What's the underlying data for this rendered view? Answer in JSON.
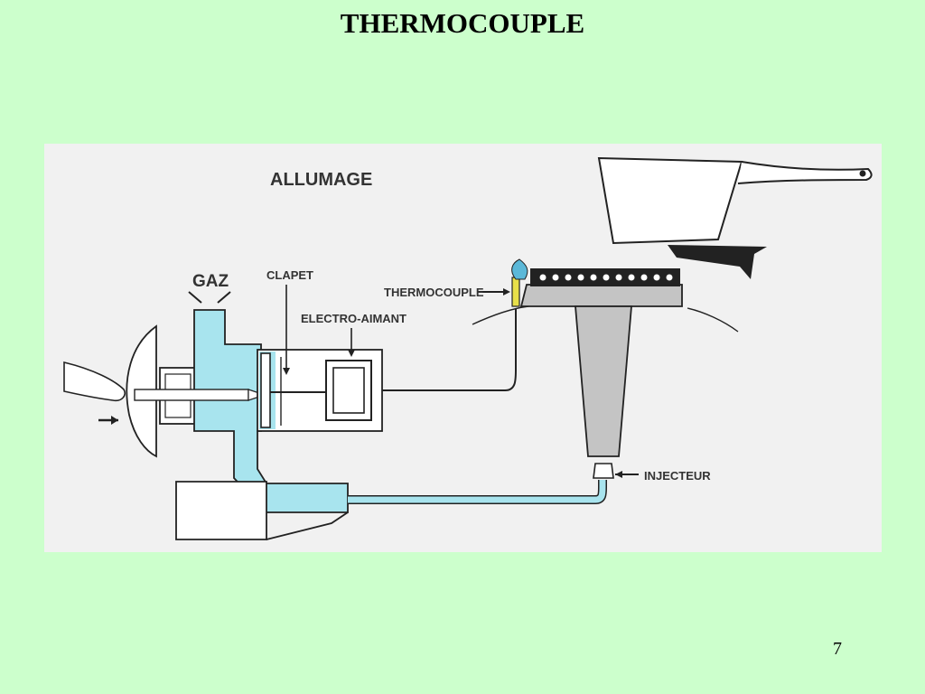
{
  "slide": {
    "title": "THERMOCOUPLE",
    "page_number": "7"
  },
  "diagram": {
    "labels": {
      "allumage": "ALLUMAGE",
      "gaz": "GAZ",
      "clapet": "CLAPET",
      "thermocouple": "THERMOCOUPLE",
      "electro_aimant": "ELECTRO-AIMANT",
      "injecteur": "INJECTEUR"
    },
    "colors": {
      "gas": "#a8e4ee",
      "burner": "#c4c4c4",
      "panel": "#f1f1f1",
      "line": "#222222",
      "flame": "#5bb8d8",
      "thermocouple": "#e8e04a"
    }
  }
}
